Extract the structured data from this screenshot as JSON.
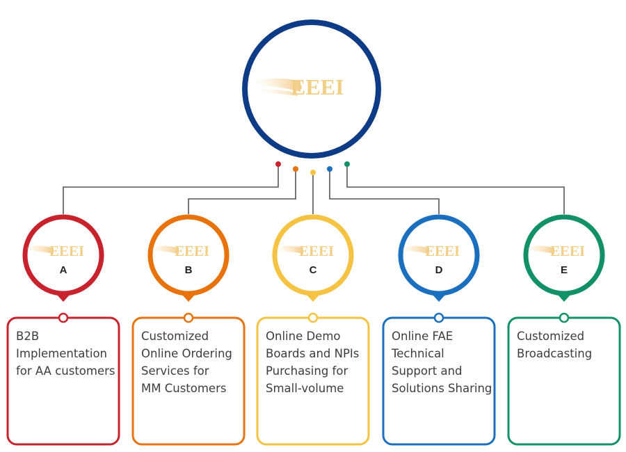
{
  "hub": {
    "logo": "EEEI",
    "color": "#0d3b85"
  },
  "connector_color": "#555555",
  "nodes": [
    {
      "letter": "A",
      "logo": "EEEI",
      "color": "#c8232c",
      "lines": [
        "B2B",
        "Implementation",
        "for AA customers"
      ]
    },
    {
      "letter": "B",
      "logo": "EEEI",
      "color": "#e8720c",
      "lines": [
        "Customized",
        "Online Ordering",
        "Services for",
        "MM Customers"
      ]
    },
    {
      "letter": "C",
      "logo": "EEEI",
      "color": "#f5c242",
      "lines": [
        "Online Demo",
        "Boards and NPIs",
        "Purchasing for",
        "Small-volume"
      ]
    },
    {
      "letter": "D",
      "logo": "EEEI",
      "color": "#1a6fbf",
      "lines": [
        "Online FAE",
        "Technical",
        "Support and",
        "Solutions Sharing"
      ]
    },
    {
      "letter": "E",
      "logo": "EEEI",
      "color": "#129068",
      "lines": [
        "Customized",
        "Broadcasting"
      ]
    }
  ]
}
